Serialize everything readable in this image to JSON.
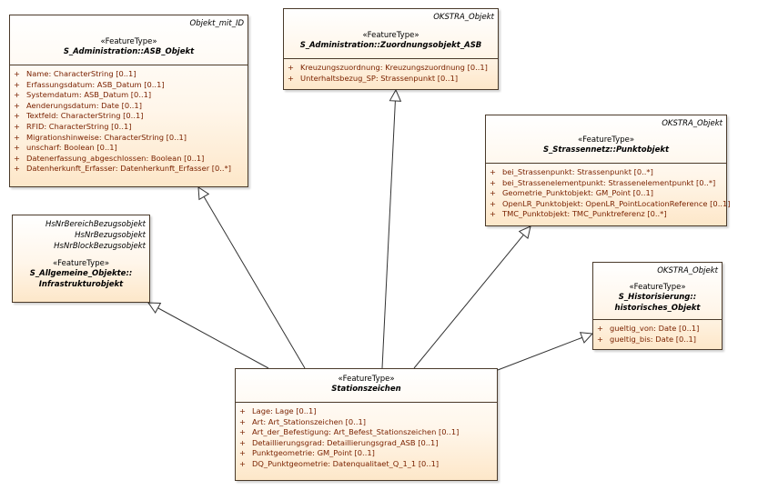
{
  "classes": {
    "asb_objekt": {
      "parent": "Objekt_mit_ID",
      "stereotype": "«FeatureType»",
      "name": "S_Administration::ASB_Objekt",
      "attributes": [
        "Name: CharacterString [0..1]",
        "Erfassungsdatum: ASB_Datum [0..1]",
        "Systemdatum: ASB_Datum [0..1]",
        "Aenderungsdatum: Date [0..1]",
        "Textfeld: CharacterString [0..1]",
        "RFID: CharacterString [0..1]",
        "Migrationshinweise: CharacterString [0..1]",
        "unscharf: Boolean [0..1]",
        "Datenerfassung_abgeschlossen: Boolean [0..1]",
        "Datenherkunft_Erfasser: Datenherkunft_Erfasser [0..*]"
      ]
    },
    "zuordnungsobjekt": {
      "parent": "OKSTRA_Objekt",
      "stereotype": "«FeatureType»",
      "name": "S_Administration::Zuordnungsobjekt_ASB",
      "attributes": [
        "Kreuzungszuordnung: Kreuzungszuordnung [0..1]",
        "Unterhaltsbezug_SP: Strassenpunkt [0..1]"
      ]
    },
    "punktobjekt": {
      "parent": "OKSTRA_Objekt",
      "stereotype": "«FeatureType»",
      "name": "S_Strassennetz::Punktobjekt",
      "attributes": [
        "bei_Strassenpunkt: Strassenpunkt [0..*]",
        "bei_Strassenelementpunkt: Strassenelementpunkt [0..*]",
        "Geometrie_Punktobjekt: GM_Point [0..1]",
        "OpenLR_Punktobjekt: OpenLR_PointLocationReference [0..1]",
        "TMC_Punktobjekt: TMC_Punktreferenz [0..*]"
      ]
    },
    "infrastrukturobjekt": {
      "parents": [
        "HsNrBereichBezugsobjekt",
        "HsNrBezugsobjekt",
        "HsNrBlockBezugsobjekt"
      ],
      "stereotype": "«FeatureType»",
      "name_line1": "S_Allgemeine_Objekte::",
      "name_line2": "Infrastrukturobjekt"
    },
    "historisches": {
      "parent": "OKSTRA_Objekt",
      "stereotype": "«FeatureType»",
      "name_line1": "S_Historisierung::",
      "name_line2": "historisches_Objekt",
      "attributes": [
        "gueltig_von: Date [0..1]",
        "gueltig_bis: Date [0..1]"
      ]
    },
    "stationszeichen": {
      "stereotype": "«FeatureType»",
      "name": "Stationszeichen",
      "attributes": [
        "Lage: Lage [0..1]",
        "Art: Art_Stationszeichen [0..1]",
        "Art_der_Befestigung: Art_Befest_Stationszeichen [0..1]",
        "Detaillierungsgrad: Detaillierungsgrad_ASB [0..1]",
        "Punktgeometrie: GM_Point [0..1]",
        "DQ_Punktgeometrie: Datenqualitaet_Q_1_1 [0..1]"
      ]
    }
  },
  "visibility": "+"
}
